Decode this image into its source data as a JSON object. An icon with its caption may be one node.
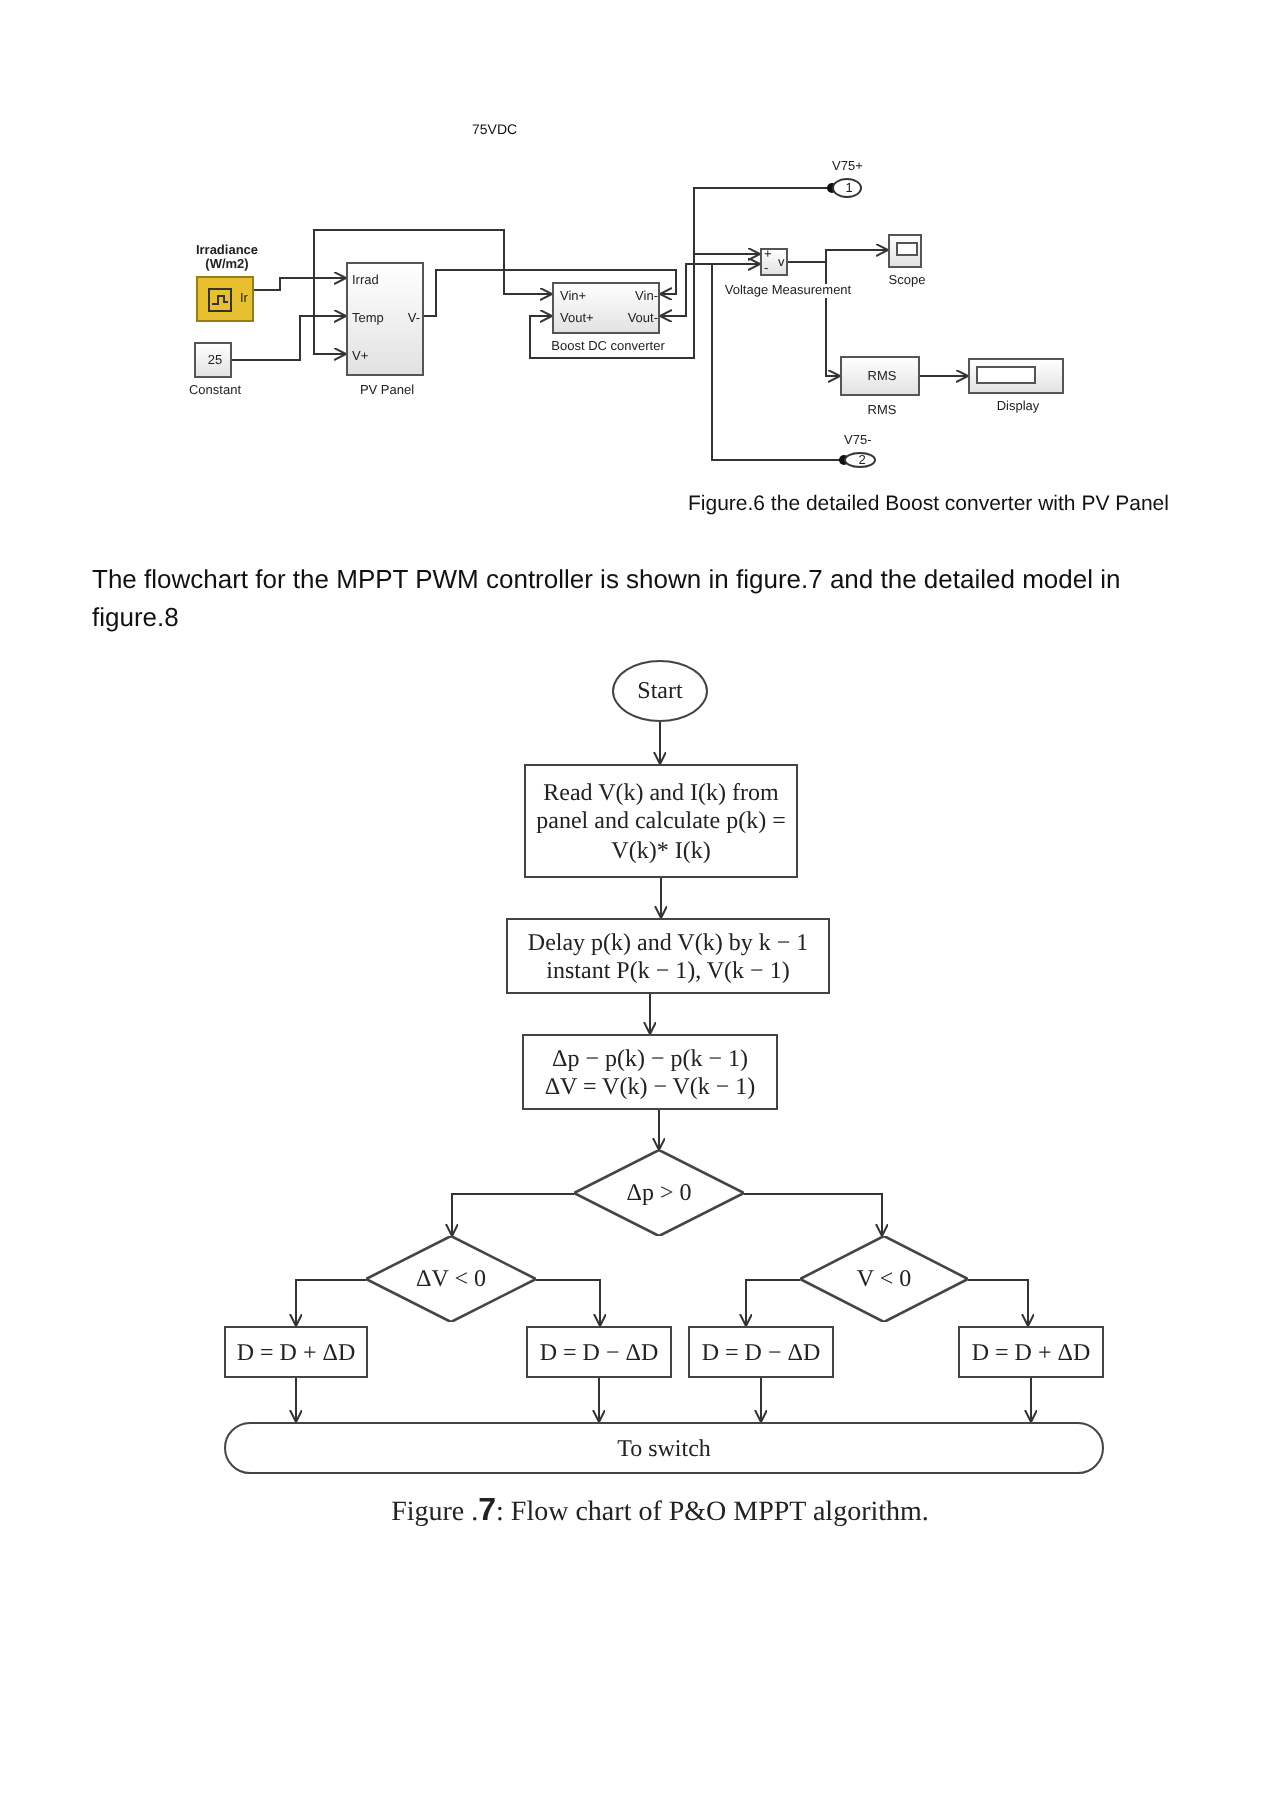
{
  "diagram": {
    "caption": "Figure .**7**: Flow chart of P&O MPPT algorithm.",
    "nodes": [
      {
        "text": [
          "Irradiance (W/m2)",
          "Ir"
        ]
      },
      {
        "text": [
          "25",
          "Constant"
        ]
      },
      {
        "text": [
          "Irrad",
          "Temp",
          "V+",
          "V-",
          "PV Panel"
        ]
      },
      {
        "text": [
          "Vin+",
          "Vin-",
          "Vout+",
          "Vout-",
          "Boost DC converter"
        ]
      },
      {
        "text": [
          "+",
          "-",
          "v",
          "Voltage Measurement"
        ]
      },
      {
        "text": [
          "1"
        ],
        "beside": [
          "V75+"
        ]
      },
      {
        "text": [
          "Scope"
        ]
      },
      {
        "text": [
          "RMS",
          "RMS"
        ]
      },
      {
        "text": [
          "Display"
        ]
      },
      {
        "text": [
          "2"
        ],
        "beside": [
          "V75-"
        ]
      },
      {
        "text": [
          "Start"
        ]
      },
      {
        "text": [
          "Read V(k) and I(k) from panel and calculate p(k) = V(k)* I(k)"
        ]
      },
      {
        "text": [
          "Delay p(k) and V(k) by k − 1 instant P(k − 1), V(k − 1)"
        ]
      },
      {
        "text": [
          "Δp − p(k) − p(k − 1)",
          "ΔV = V(k) − V(k − 1)"
        ]
      },
      {
        "text": [
          "Δp > 0"
        ]
      },
      {
        "text": [
          "ΔV < 0"
        ]
      },
      {
        "text": [
          "V < 0"
        ]
      },
      {
        "text": [
          "D = D + ΔD"
        ]
      },
      {
        "text": [
          "D = D − ΔD"
        ]
      },
      {
        "text": [
          "D = D − ΔD"
        ]
      },
      {
        "text": [
          "D = D + ΔD"
        ]
      },
      {
        "text": [
          "To switch"
        ]
      }
    ],
    "edges": [
      {
        "from": 0,
        "to": 2,
        "arrow": "to"
      },
      {
        "from": 1,
        "to": 2,
        "arrow": "to"
      },
      {
        "from": 2,
        "to": 3,
        "arrow": "both"
      },
      {
        "from": 2,
        "to": 3,
        "arrow": "to"
      },
      {
        "from": 3,
        "to": 4,
        "arrow": "both"
      },
      {
        "from": 3,
        "to": 5,
        "arrow": "other"
      },
      {
        "from": 3,
        "to": 4,
        "arrow": "both"
      },
      {
        "from": 3,
        "to": 9,
        "arrow": "other"
      },
      {
        "from": 4,
        "to": 6,
        "arrow": "to"
      },
      {
        "from": 4,
        "to": 7,
        "arrow": "to"
      },
      {
        "from": 7,
        "to": 8,
        "arrow": "to"
      },
      {
        "from": 10,
        "to": 11,
        "arrow": "to"
      },
      {
        "from": 11,
        "to": 12,
        "arrow": "to"
      },
      {
        "from": 12,
        "to": 13,
        "arrow": "to"
      },
      {
        "from": 13,
        "to": 14,
        "arrow": "to"
      },
      {
        "from": 14,
        "to": 15,
        "arrow": "to"
      },
      {
        "from": 14,
        "to": 16,
        "arrow": "to"
      },
      {
        "from": 15,
        "to": 17,
        "arrow": "to"
      },
      {
        "from": 15,
        "to": 18,
        "arrow": "to"
      },
      {
        "from": 16,
        "to": 19,
        "arrow": "to"
      },
      {
        "from": 16,
        "to": 20,
        "arrow": "to"
      },
      {
        "from": 17,
        "to": 21,
        "arrow": "to"
      },
      {
        "from": 18,
        "to": 21,
        "arrow": "to"
      },
      {
        "from": 19,
        "to": 21,
        "arrow": "to"
      },
      {
        "from": 20,
        "to": 21,
        "arrow": "to"
      }
    ],
    "labels": [
      "75VDC",
      "Figure.6 the detailed Boost converter with PV Panel",
      "The flowchart for the MPPT PWM controller is shown in figure.7 and the detailed model in figure.8"
    ]
  }
}
